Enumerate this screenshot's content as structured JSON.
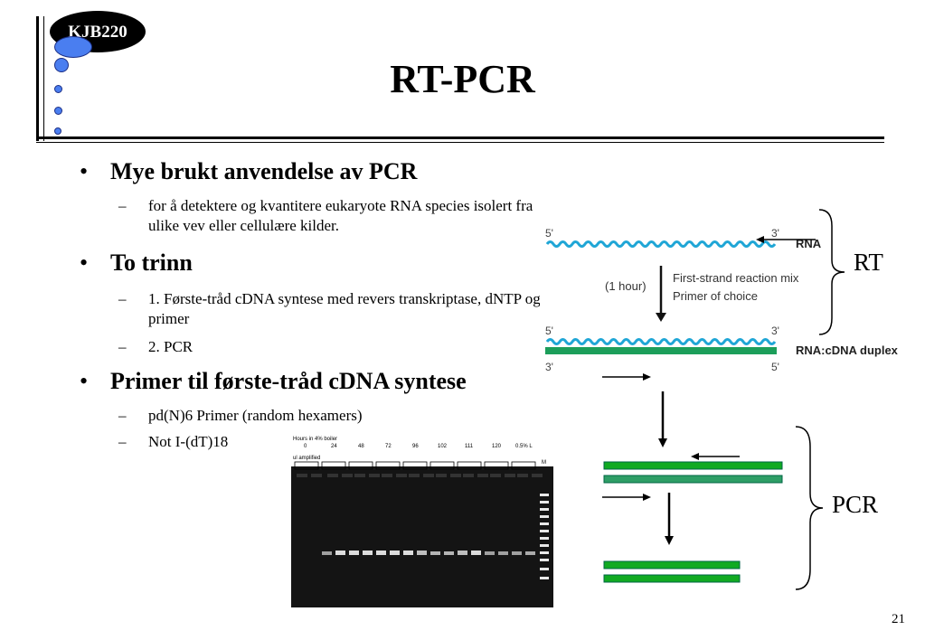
{
  "header": {
    "badge": "KJB220",
    "title": "RT-PCR"
  },
  "bullets": [
    {
      "text": "Mye brukt anvendelse av PCR",
      "sub": [
        "for å detektere og kvantitere eukaryote RNA species isolert fra ulike vev eller cellulære kilder."
      ]
    },
    {
      "text": "To trinn",
      "sub": [
        "1. Første-tråd cDNA syntese med revers transkriptase, dNTP og primer",
        "2. PCR"
      ]
    },
    {
      "text": "Primer til første-tråd cDNA syntese",
      "sub": [
        "pd(N)6 Primer (random hexamers)",
        "Not I-(dT)18"
      ]
    }
  ],
  "rt_diagram": {
    "rna_5": "5'",
    "rna_3": "3'",
    "rna_label": "RNA",
    "time_label": "(1 hour)",
    "reaction_line1": "First-strand reaction mix",
    "reaction_line2": "Primer of choice",
    "duplex_5": "5'",
    "duplex_3": "3'",
    "duplex_3b": "3'",
    "duplex_5b": "5'",
    "duplex_label": "RNA:cDNA duplex",
    "rna_color": "#1fa6d6",
    "cdna_color": "#1c9e5a"
  },
  "brace_labels": {
    "rt": "RT",
    "pcr": "PCR"
  },
  "gel": {
    "header_line1": "Hours in 4% boiler",
    "header_line2": "ul amplified",
    "lane_values": [
      "0",
      "24",
      "48",
      "72",
      "96",
      "102",
      "111",
      "120",
      "0.5% L"
    ],
    "marker_label": "M"
  },
  "colors": {
    "pcr_strand": "#11aa22",
    "dot_fill": "#4a7ef0"
  },
  "footer": {
    "page_number": "21"
  }
}
